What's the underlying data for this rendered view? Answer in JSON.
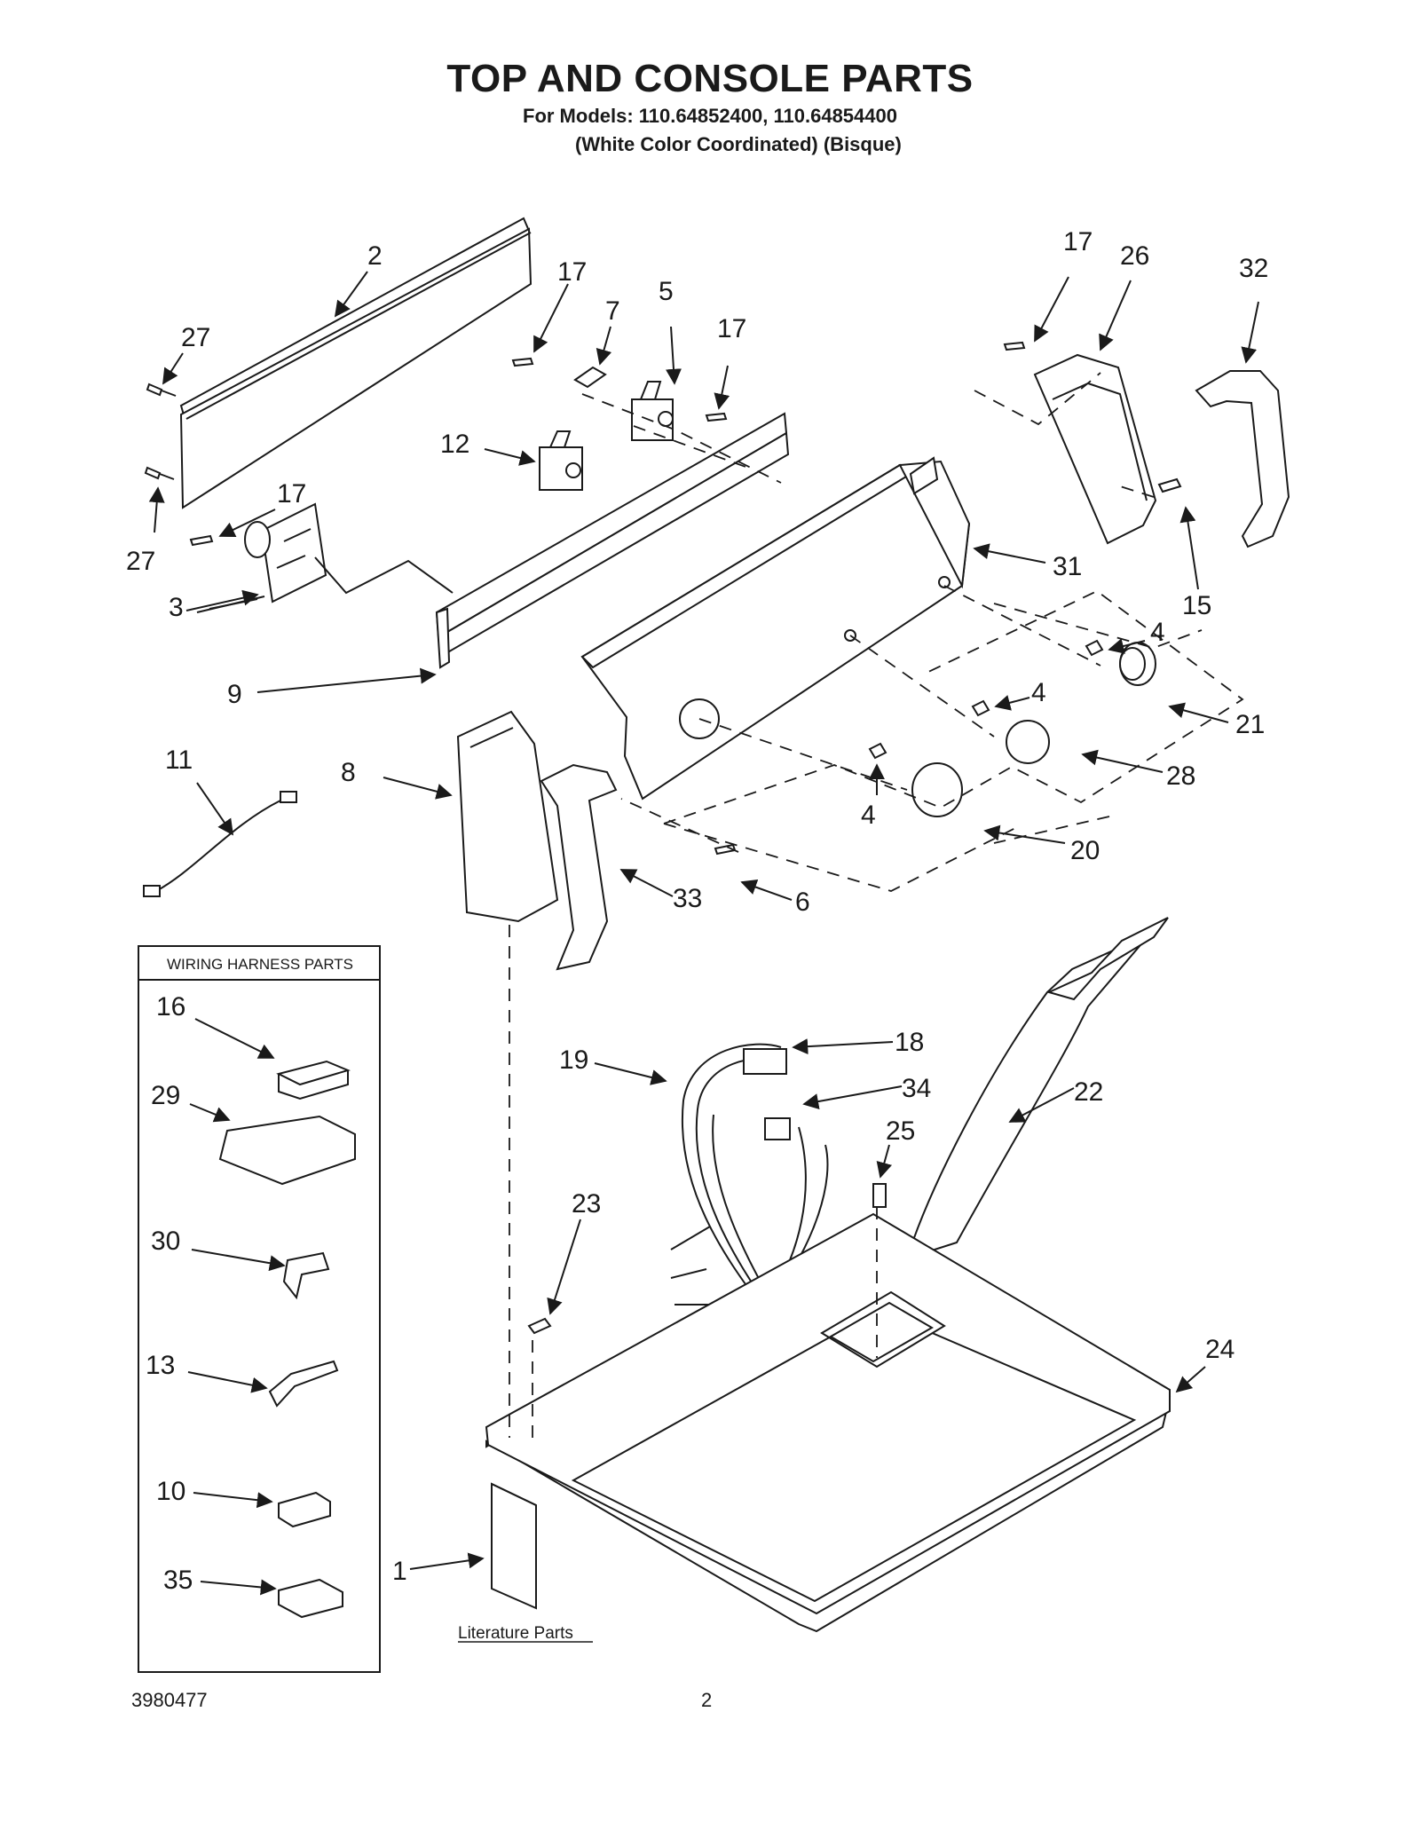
{
  "header": {
    "title": "TOP AND CONSOLE PARTS",
    "models_line": "For Models: 110.64852400, 110.64854400",
    "variants_line": "(White Color Coordinated) (Bisque)"
  },
  "footer": {
    "doc_number": "3980477",
    "page_number": "2"
  },
  "wiring_box": {
    "heading": "WIRING HARNESS PARTS"
  },
  "literature_label": "Literature Parts",
  "callouts": {
    "c2": "2",
    "c27a": "27",
    "c27b": "27",
    "c17a": "17",
    "c17b": "17",
    "c17c": "17",
    "c17d": "17",
    "c7": "7",
    "c5": "5",
    "c12": "12",
    "c3": "3",
    "c9": "9",
    "c26": "26",
    "c32": "32",
    "c31": "31",
    "c15": "15",
    "c4a": "4",
    "c4b": "4",
    "c4c": "4",
    "c21": "21",
    "c28": "28",
    "c20": "20",
    "c11": "11",
    "c8": "8",
    "c33": "33",
    "c6": "6",
    "c16": "16",
    "c29": "29",
    "c30": "30",
    "c13": "13",
    "c10": "10",
    "c35": "35",
    "c19": "19",
    "c18": "18",
    "c34": "34",
    "c22": "22",
    "c25": "25",
    "c23": "23",
    "c24": "24",
    "c1": "1"
  }
}
